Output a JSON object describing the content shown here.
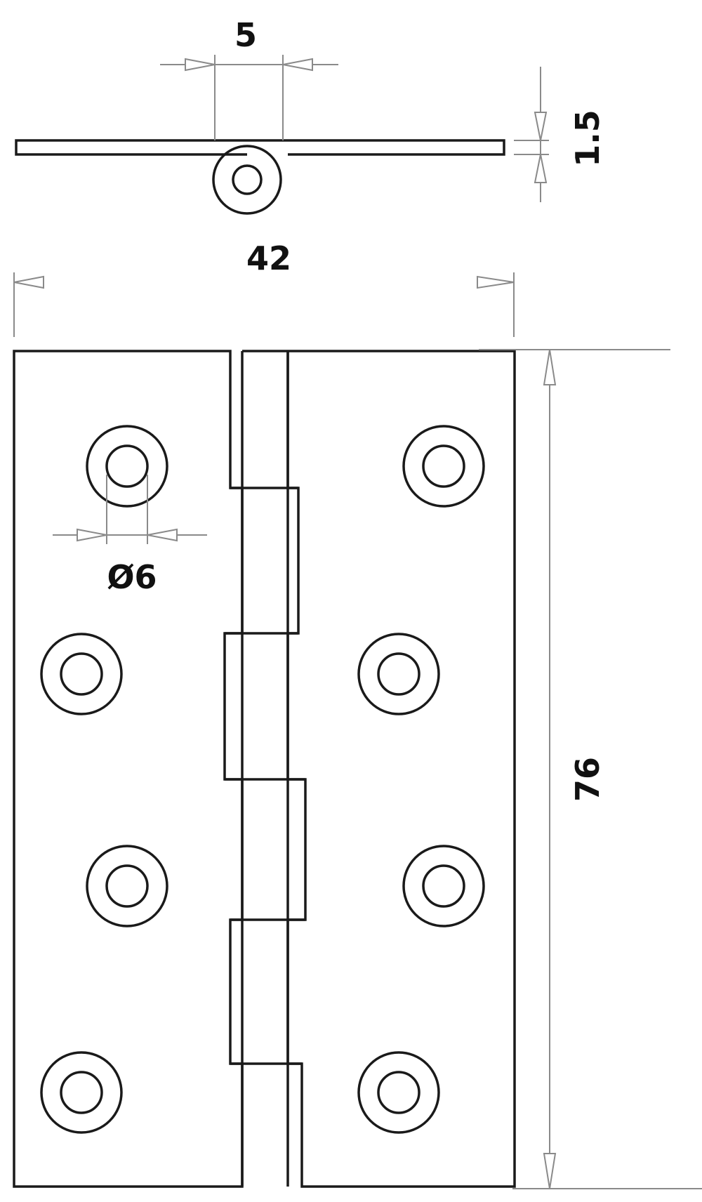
{
  "dimensions": {
    "knuckle_width": "5",
    "leaf_thickness": "1.5",
    "open_width": "42",
    "hole_diameter": "Ø6",
    "height": "76"
  },
  "colors": {
    "outline": "#1a1a1a",
    "dimension_line": "#8a8a8a",
    "background": "#ffffff"
  }
}
